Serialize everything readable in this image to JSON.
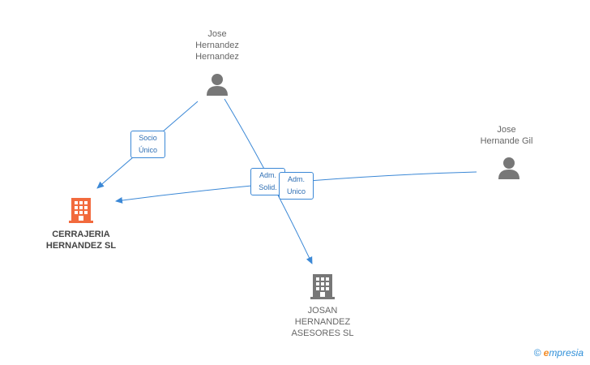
{
  "nodes": {
    "jose_hh": {
      "label": "Jose\nHernandez\nHernandez",
      "icon": "person-icon"
    },
    "jose_gil": {
      "label": "Jose\nHernande Gil",
      "icon": "person-icon"
    },
    "cerrajeria": {
      "label": "CERRAJERIA\nHERNANDEZ SL",
      "icon": "building-icon",
      "color": "#f26a3d"
    },
    "josan": {
      "label": "JOSAN\nHERNANDEZ\nASESORES SL",
      "icon": "building-icon",
      "color": "#777777"
    }
  },
  "relations": {
    "socio": "Socio\nÚnico",
    "adm_solid": "Adm.\nSolid.",
    "adm_unico": "Adm.\nUnico"
  },
  "colors": {
    "edge": "#3b88d6",
    "person": "#777777"
  },
  "brand": {
    "copyright": "©",
    "e": "e",
    "rest": "mpresia"
  }
}
